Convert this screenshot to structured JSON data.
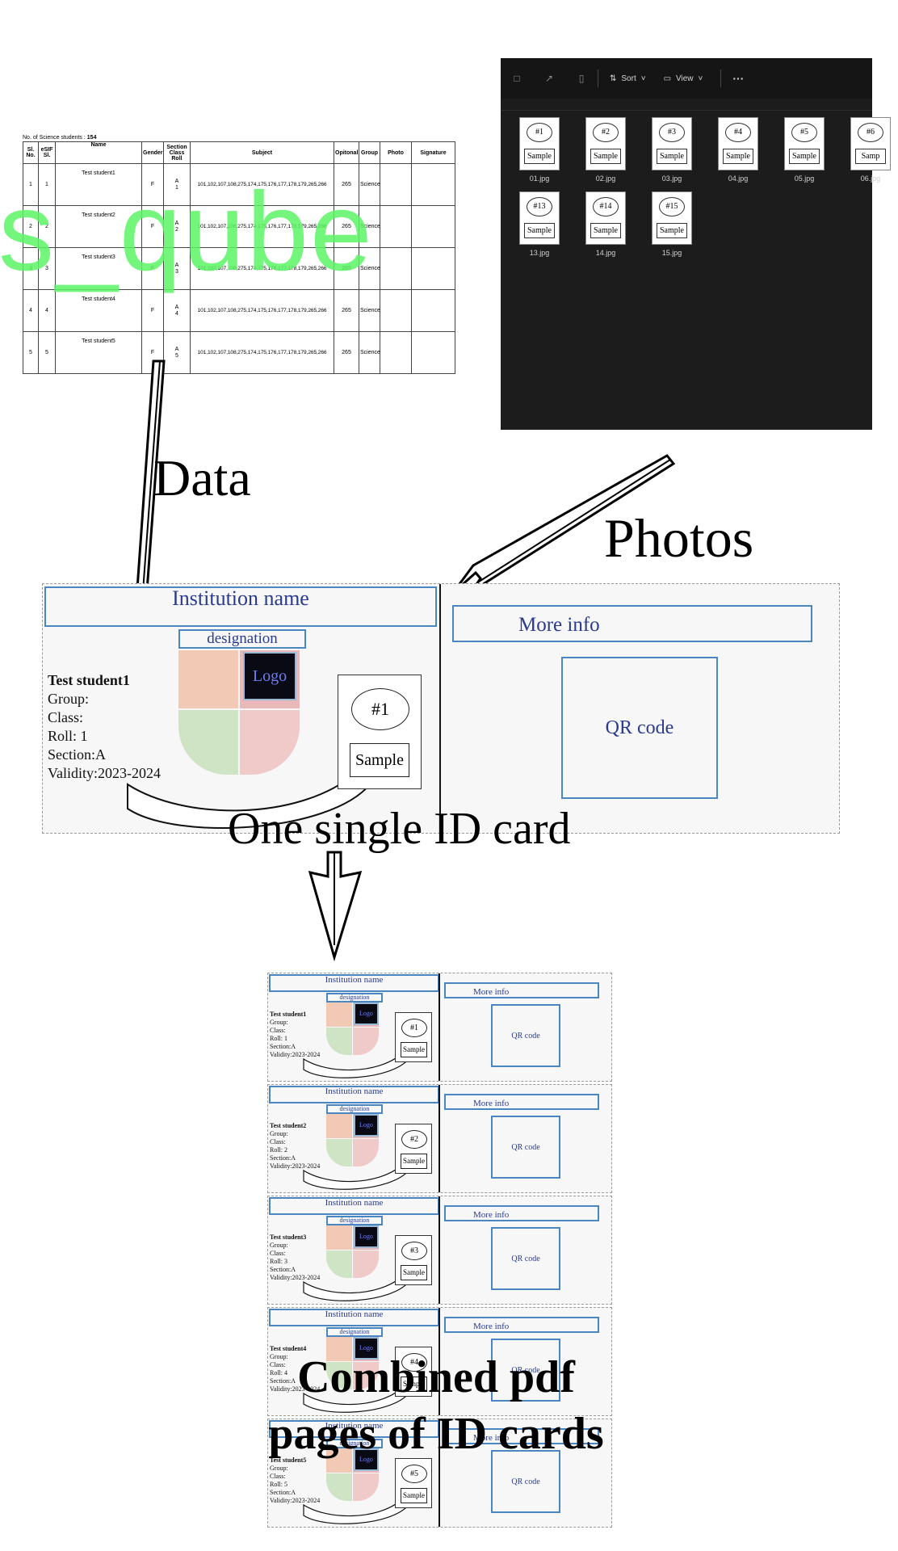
{
  "spreadsheet": {
    "count_label": "No. of Science students :",
    "count_value": "154",
    "headers": [
      "Sl. No.",
      "eSIF Sl.",
      "Name",
      "Gender",
      "Section Class Roll",
      "Subject",
      "Opitonal",
      "Group",
      "Photo",
      "Signature"
    ],
    "rows": [
      {
        "sl": "1",
        "esif": "1",
        "name": "Test student1",
        "gender": "F",
        "scr": [
          "A",
          "1"
        ],
        "subject": "101,102,107,108,275,174,175,176,177,178,179,265,266",
        "optional": "265",
        "group": "Science"
      },
      {
        "sl": "2",
        "esif": "2",
        "name": "Test student2",
        "gender": "F",
        "scr": [
          "A",
          "2"
        ],
        "subject": "101,102,107,108,275,174,175,176,177,178,179,265,266",
        "optional": "265",
        "group": "Science"
      },
      {
        "sl": "3",
        "esif": "3",
        "name": "Test student3",
        "gender": "F",
        "scr": [
          "A",
          "3"
        ],
        "subject": "101,102,107,108,275,174,175,176,177,178,179,265,266",
        "optional": "265",
        "group": "Science"
      },
      {
        "sl": "4",
        "esif": "4",
        "name": "Test student4",
        "gender": "F",
        "scr": [
          "A",
          "4"
        ],
        "subject": "101,102,107,108,275,174,175,176,177,178,179,265,266",
        "optional": "265",
        "group": "Science"
      },
      {
        "sl": "5",
        "esif": "5",
        "name": "Test student5",
        "gender": "F",
        "scr": [
          "A",
          "5"
        ],
        "subject": "101,102,107,108,275,174,175,176,177,178,179,265,266",
        "optional": "265",
        "group": "Science"
      }
    ]
  },
  "watermark": "s_qube",
  "explorer": {
    "sort_label": "Sort",
    "view_label": "View",
    "more_label": "···",
    "files": [
      {
        "tag": "#1",
        "sample": "Sample",
        "name": "01.jpg"
      },
      {
        "tag": "#2",
        "sample": "Sample",
        "name": "02.jpg"
      },
      {
        "tag": "#3",
        "sample": "Sample",
        "name": "03.jpg"
      },
      {
        "tag": "#4",
        "sample": "Sample",
        "name": "04.jpg"
      },
      {
        "tag": "#5",
        "sample": "Sample",
        "name": "05.jpg"
      },
      {
        "tag": "#6",
        "sample": "Samp",
        "name": "06.jpg"
      },
      {
        "tag": "#13",
        "sample": "Sample",
        "name": "13.jpg"
      },
      {
        "tag": "#14",
        "sample": "Sample",
        "name": "14.jpg"
      },
      {
        "tag": "#15",
        "sample": "Sample",
        "name": "15.jpg"
      }
    ]
  },
  "captions": {
    "data": "Data",
    "photos": "Photos",
    "one_card": "One single ID card",
    "combined_1": "Combined pdf",
    "combined_2": "pages of ID cards"
  },
  "card": {
    "institution": "Institution name",
    "designation": "designation",
    "logo": "Logo",
    "more_info": "More info",
    "qr": "QR code",
    "group_label": "Group:",
    "class_label": "Class:",
    "roll_label": "Roll:",
    "section_label": "Section:",
    "validity_label": "Validity:",
    "validity": "2023-2024",
    "section": "A",
    "sample": "Sample"
  },
  "cards": [
    {
      "name": "Test student1",
      "roll": "1",
      "tag": "#1"
    },
    {
      "name": "Test student2",
      "roll": "2",
      "tag": "#2"
    },
    {
      "name": "Test student3",
      "roll": "3",
      "tag": "#3"
    },
    {
      "name": "Test student4",
      "roll": "4",
      "tag": "#4"
    },
    {
      "name": "Test student5",
      "roll": "5",
      "tag": "#5"
    }
  ],
  "colors": {
    "accent_blue": "#4a86c0",
    "text_blue": "#2a3b8f",
    "watermark_green": "#5af564",
    "explorer_bg": "#1c1c1c"
  }
}
